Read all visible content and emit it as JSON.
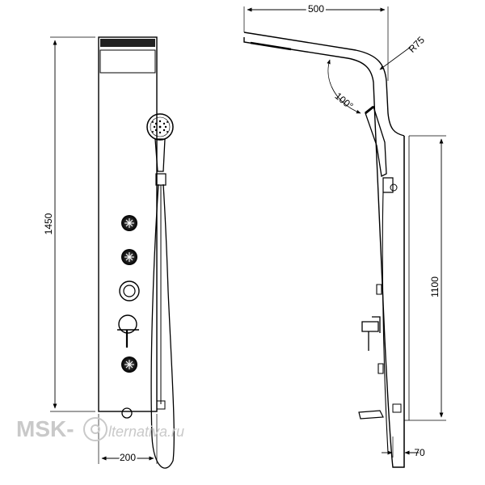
{
  "dimensions": {
    "panel_height": "1450",
    "panel_width": "200",
    "head_reach": "500",
    "head_radius": "R75",
    "head_angle": "100°",
    "side_height": "1100",
    "side_depth": "70"
  },
  "watermark": {
    "text_left": "MSK-",
    "text_right": "lternativa.ru"
  },
  "colors": {
    "line": "#000000",
    "watermark": "#c9c9c9"
  }
}
